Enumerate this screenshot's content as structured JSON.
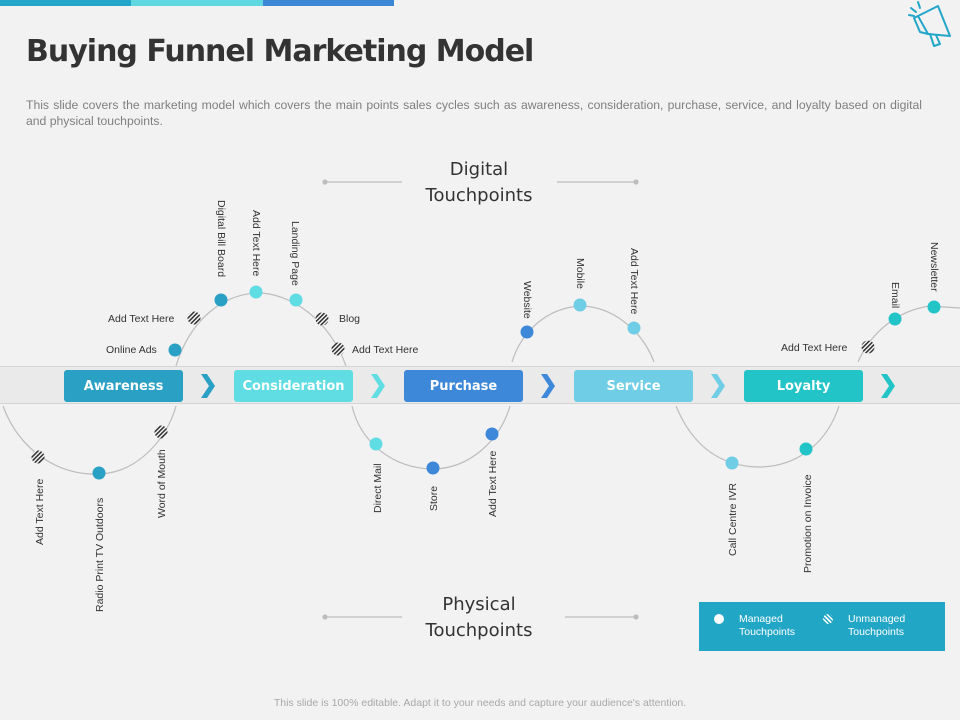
{
  "colors": {
    "background": "#f2f2f2",
    "topbar": [
      "#23a6c9",
      "#5fd8e0",
      "#3d88d6"
    ],
    "awareness": "#2aa0c4",
    "consideration": "#5fdde2",
    "purchase": "#3d88d8",
    "service": "#6fcde5",
    "loyalty": "#22c4c8",
    "curve": "#bdbdbd",
    "legend_bg": "#22a6c6"
  },
  "header": {
    "title": "Buying Funnel Marketing Model",
    "subtitle": "This slide covers the marketing model which covers the main points sales cycles such as awareness, consideration, purchase, service, and loyalty based on digital and physical touchpoints.",
    "icon": "megaphone-icon"
  },
  "digital": {
    "title_line1": "Digital",
    "title_line2": "Touchpoints"
  },
  "physical": {
    "title_line1": "Physical",
    "title_line2": "Touchpoints"
  },
  "stages": [
    "Awareness",
    "Consideration",
    "Purchase",
    "Service",
    "Loyalty"
  ],
  "digital_points": {
    "add_text_1": "Add Text Here",
    "online_ads": "Online  Ads",
    "digital_bill_board": "Digital  Bill Board",
    "add_text_2": "Add Text Here",
    "landing_page": "Landing Page",
    "blog": "Blog",
    "add_text_3": "Add Text Here",
    "website": "Website",
    "mobile": "Mobile",
    "add_text_4": "Add Text Here",
    "add_text_5": "Add Text Here",
    "email": "Email",
    "newsletter": "Newsletter"
  },
  "physical_points": {
    "add_text_1": "Add Text Here",
    "radio_print": "Radio Print  TV Outdoors",
    "word_of_mouth": "Word of Mouth",
    "direct_mail": "Direct Mail",
    "store": "Store",
    "add_text_2": "Add Text Here",
    "call_centre": "Call Centre IVR",
    "promotion": "Promotion on Invoice"
  },
  "legend": {
    "managed_line1": "Managed",
    "managed_line2": "Touchpoints",
    "unmanaged_line1": "Unmanaged",
    "unmanaged_line2": "Touchpoints"
  },
  "footer": "This slide is 100% editable. Adapt it to your needs and capture your audience's attention."
}
